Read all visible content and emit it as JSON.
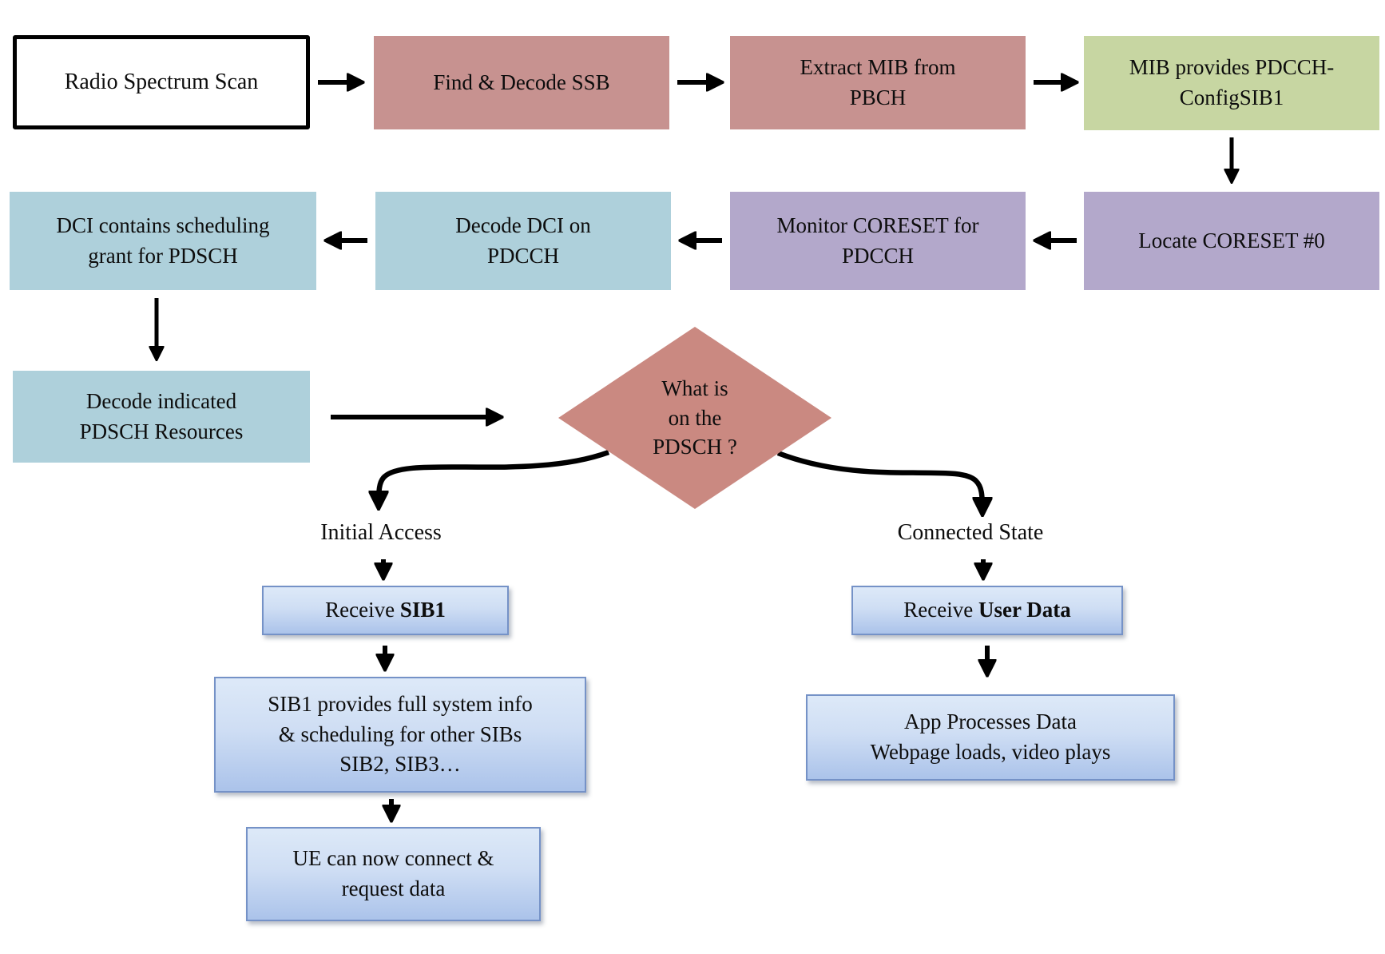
{
  "diagram": {
    "nodes": {
      "radio_scan": {
        "label": "Radio Spectrum Scan"
      },
      "find_ssb": {
        "label": "Find & Decode SSB"
      },
      "extract_mib": {
        "label": "Extract MIB from\nPBCH"
      },
      "mib_provides": {
        "label": "MIB provides PDCCH-\nConfigSIB1"
      },
      "locate_coreset": {
        "label": "Locate CORESET #0"
      },
      "monitor_coreset": {
        "label": "Monitor CORESET for\nPDCCH"
      },
      "decode_dci": {
        "label": "Decode DCI on\nPDCCH"
      },
      "dci_contains": {
        "label": "DCI contains scheduling\ngrant for PDSCH"
      },
      "decode_indicated": {
        "label": "Decode indicated\nPDSCH Resources"
      },
      "decision": {
        "label": "What is\non the\nPDSCH ?"
      },
      "receive_sib1": {
        "prefix": "Receive ",
        "bold": "SIB1"
      },
      "sib1_provides": {
        "label": "SIB1 provides full system info\n& scheduling for other SIBs\nSIB2, SIB3…"
      },
      "ue_connect": {
        "label": "UE can now connect &\nrequest data"
      },
      "receive_user_data": {
        "prefix": "Receive ",
        "bold": "User Data"
      },
      "app_processes": {
        "label": "App Processes Data\nWebpage loads, video plays"
      }
    },
    "branch_labels": {
      "left": "Initial Access",
      "right": "Connected State"
    }
  },
  "colors": {
    "rose": "#c79290",
    "rose_diamond": "#ca8981",
    "green": "#c7d6a2",
    "purple": "#b3a8cb",
    "blue": "#aed0db",
    "gradient_top": "#dde9f8",
    "gradient_bottom": "#abc3ea",
    "gradient_border": "#7592c7",
    "arrow": "#000000",
    "background": "#ffffff"
  }
}
